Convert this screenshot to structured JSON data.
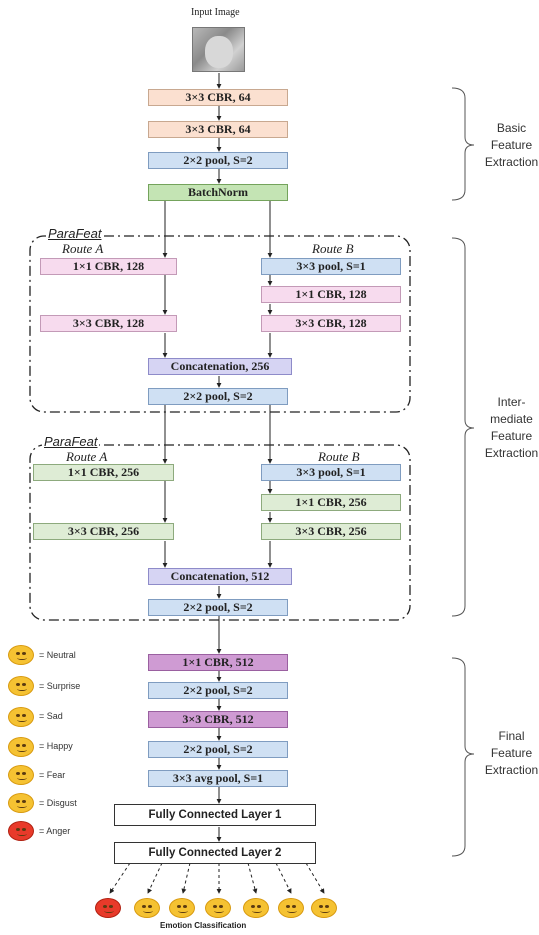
{
  "input_label": "Input Image",
  "basic": {
    "b1": "3×3  CBR, 64",
    "b2": "3×3  CBR, 64",
    "b3": "2×2  pool, S=2",
    "b4": "BatchNorm"
  },
  "parafeat1": {
    "title": "ParaFeat",
    "route_a": "Route A",
    "route_b": "Route B",
    "a1": "1×1  CBR, 128",
    "a2": "3×3  CBR, 128",
    "b1": "3×3  pool, S=1",
    "b2": "1×1 CBR, 128",
    "b3": "3×3  CBR, 128",
    "concat": "Concatenation, 256",
    "pool": "2×2  pool, S=2"
  },
  "parafeat2": {
    "title": "ParaFeat",
    "route_a": "Route A",
    "route_b": "Route B",
    "a1": "1×1  CBR, 256",
    "a2": "3×3  CBR, 256",
    "b1": "3×3  pool, S=1",
    "b2": "1×1  CBR, 256",
    "b3": "3×3  CBR, 256",
    "concat": "Concatenation, 512",
    "pool": "2×2  pool, S=2"
  },
  "final": {
    "f1": "1×1  CBR, 512",
    "f2": "2×2  pool, S=2",
    "f3": "3×3  CBR, 512",
    "f4": "2×2  pool, S=2",
    "f5": "3×3  avg pool, S=1",
    "fc1": "Fully Connected Layer 1",
    "fc2": "Fully Connected Layer 2"
  },
  "side_labels": {
    "basic": [
      "Basic",
      "Feature",
      "Extraction"
    ],
    "intermediate": [
      "Inter-",
      "mediate",
      "Feature",
      "Extraction"
    ],
    "final": [
      "Final",
      "Feature",
      "Extraction"
    ]
  },
  "legend": [
    "= Neutral",
    "= Surprise",
    "=   Sad",
    "= Happy",
    "= Fear",
    "= Disgust",
    "= Anger"
  ],
  "output_label": "Emotion Classification",
  "colors": {
    "peach": "#fbe0d0",
    "blue": "#cfe0f3",
    "green": "#c4e4b4",
    "pink": "#f7dbee",
    "lavender": "#d6d4f3",
    "sage": "#deecd5",
    "purple": "#cf9bd3",
    "emoji_yellow": "#f5c232",
    "emoji_red": "#e83a2a"
  }
}
